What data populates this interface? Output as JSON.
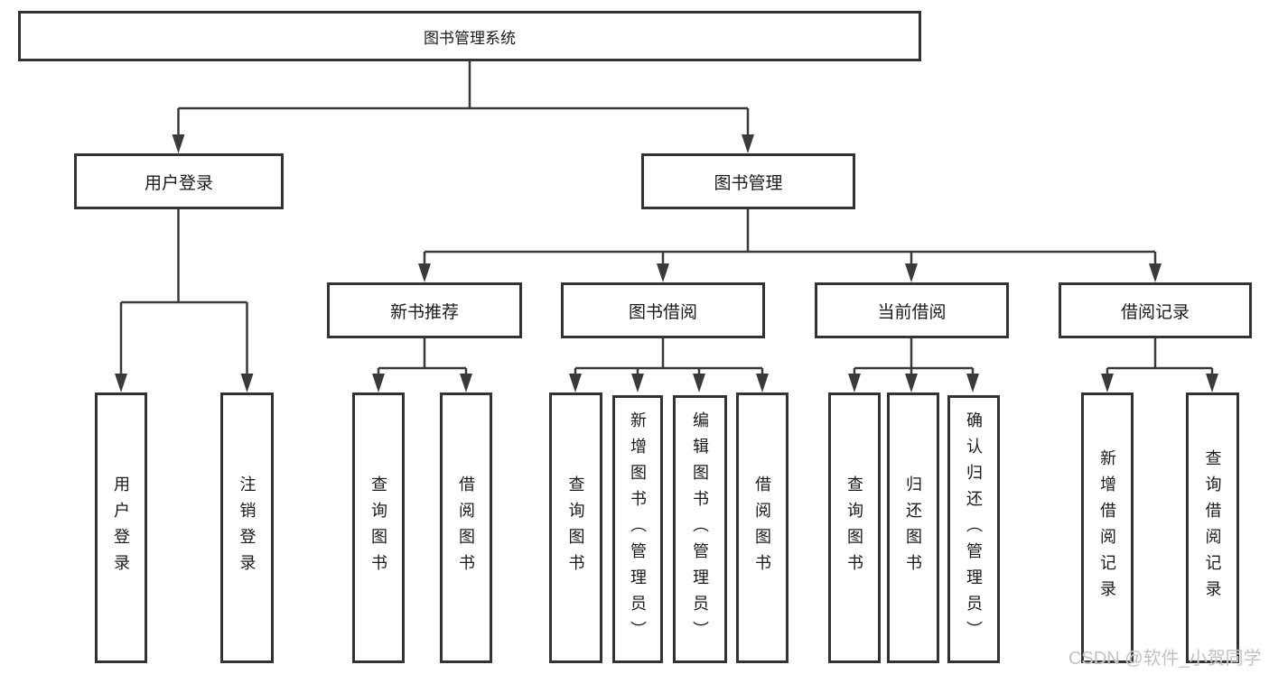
{
  "tree": {
    "label": "图书管理系统",
    "children": [
      {
        "label": "用户登录",
        "children": [
          {
            "label": "用户登录"
          },
          {
            "label": "注销登录"
          }
        ]
      },
      {
        "label": "图书管理",
        "children": [
          {
            "label": "新书推荐",
            "children": [
              {
                "label": "查询图书"
              },
              {
                "label": "借阅图书"
              }
            ]
          },
          {
            "label": "图书借阅",
            "children": [
              {
                "label": "查询图书"
              },
              {
                "label": "新增图书（管理员）"
              },
              {
                "label": "编辑图书（管理员）"
              },
              {
                "label": "借阅图书"
              }
            ]
          },
          {
            "label": "当前借阅",
            "children": [
              {
                "label": "查询图书"
              },
              {
                "label": "归还图书"
              },
              {
                "label": "确认归还（管理员）"
              }
            ]
          },
          {
            "label": "借阅记录",
            "children": [
              {
                "label": "新增借阅记录"
              },
              {
                "label": "查询借阅记录"
              }
            ]
          }
        ]
      }
    ]
  },
  "watermark": {
    "text": "CSDN @软件_小贺同学"
  },
  "colors": {
    "line": "#3a3a3a",
    "box_border": "#333333",
    "text": "#1a1a1a",
    "watermark": "#c2c2c2",
    "background": "#ffffff"
  }
}
